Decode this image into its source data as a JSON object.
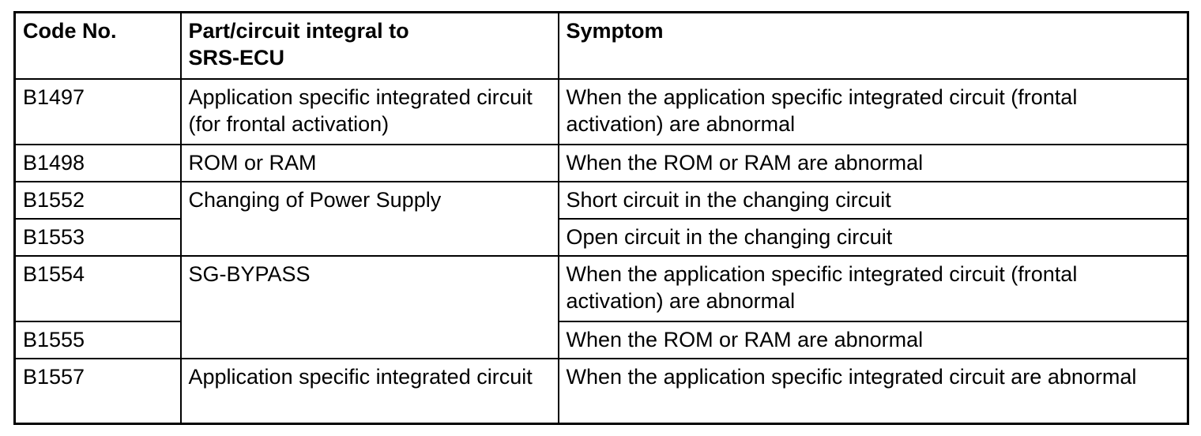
{
  "colors": {
    "background": "#ffffff",
    "border": "#000000",
    "text": "#000000"
  },
  "table": {
    "headers": [
      "Code No.",
      "Part/circuit integral to\nSRS-ECU",
      "Symptom"
    ],
    "rows": [
      {
        "code": "B1497",
        "part": "Application specific integrated circuit (for frontal activation)",
        "symptom": "When the application specific integrated circuit (frontal activation) are abnormal"
      },
      {
        "code": "B1498",
        "part": "ROM or RAM",
        "symptom": "When the ROM or RAM are abnormal"
      },
      {
        "code": "B1552",
        "part": "Changing of Power Supply",
        "symptom": "Short circuit in the changing circuit"
      },
      {
        "code": "B1553",
        "symptom": "Open circuit in the changing circuit"
      },
      {
        "code": "B1554",
        "part": "SG-BYPASS",
        "symptom": "When the application specific integrated circuit (frontal activation) are abnormal"
      },
      {
        "code": "B1555",
        "symptom": "When the ROM or RAM are abnormal"
      },
      {
        "code": "B1557",
        "part": "Application specific integrated circuit",
        "symptom": "When the application specific integrated circuit are abnormal"
      }
    ]
  }
}
